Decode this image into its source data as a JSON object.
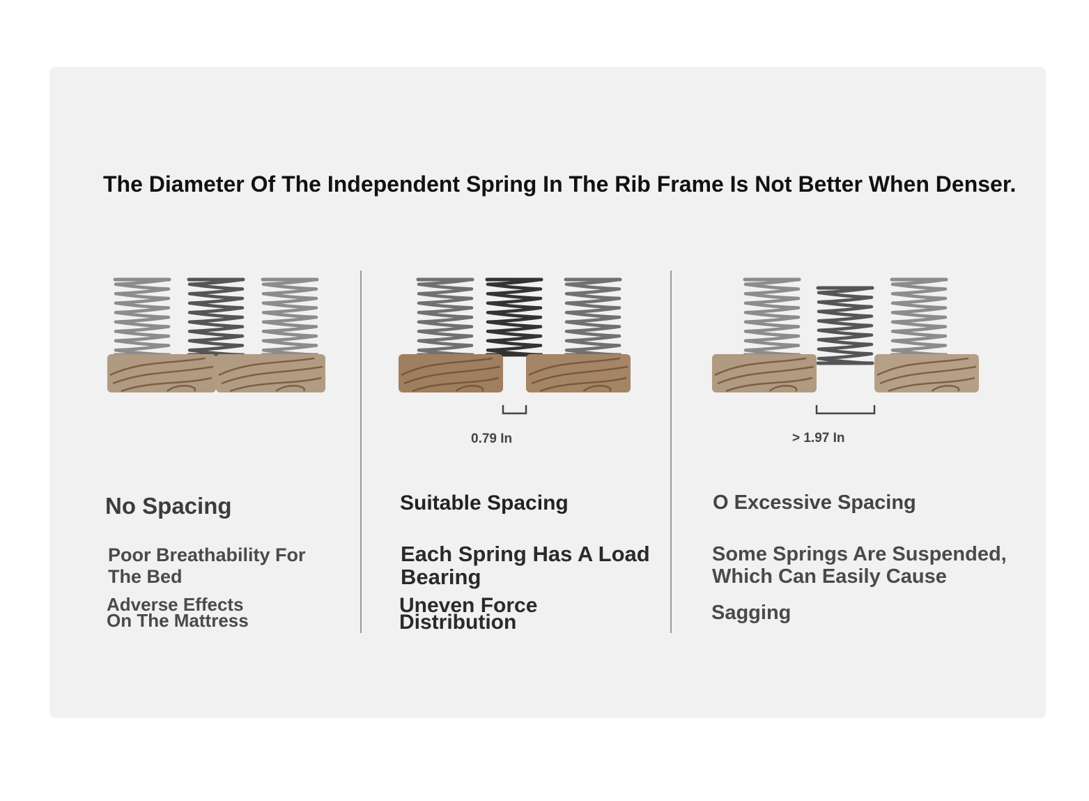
{
  "headline": "The Diameter Of The Independent Spring In The Rib Frame Is Not Better When Denser.",
  "colors": {
    "card_background": "#f1f1f1",
    "wood_light": "#b09a80",
    "wood_dark": "#a07e60",
    "grain": "#6e4a30",
    "spring_light": "#8c8c8c",
    "spring_dark": "#3e3e3e"
  },
  "columns": [
    {
      "title": "No Spacing",
      "text_a": [
        "Poor Breathability For",
        "The Bed"
      ],
      "text_b": [
        "Adverse Effects",
        "On The Mattress"
      ],
      "measurement": ""
    },
    {
      "title": "Suitable Spacing",
      "text_a": [
        "Each Spring Has A Load",
        "Bearing"
      ],
      "text_b": [
        "Uneven Force",
        "Distribution"
      ],
      "measurement": "0.79 In"
    },
    {
      "title": "O Excessive Spacing",
      "text_a": [
        "Some Springs Are Suspended,",
        "Which Can Easily Cause"
      ],
      "text_b": [
        "Sagging"
      ],
      "measurement": "> 1.97 In"
    }
  ]
}
